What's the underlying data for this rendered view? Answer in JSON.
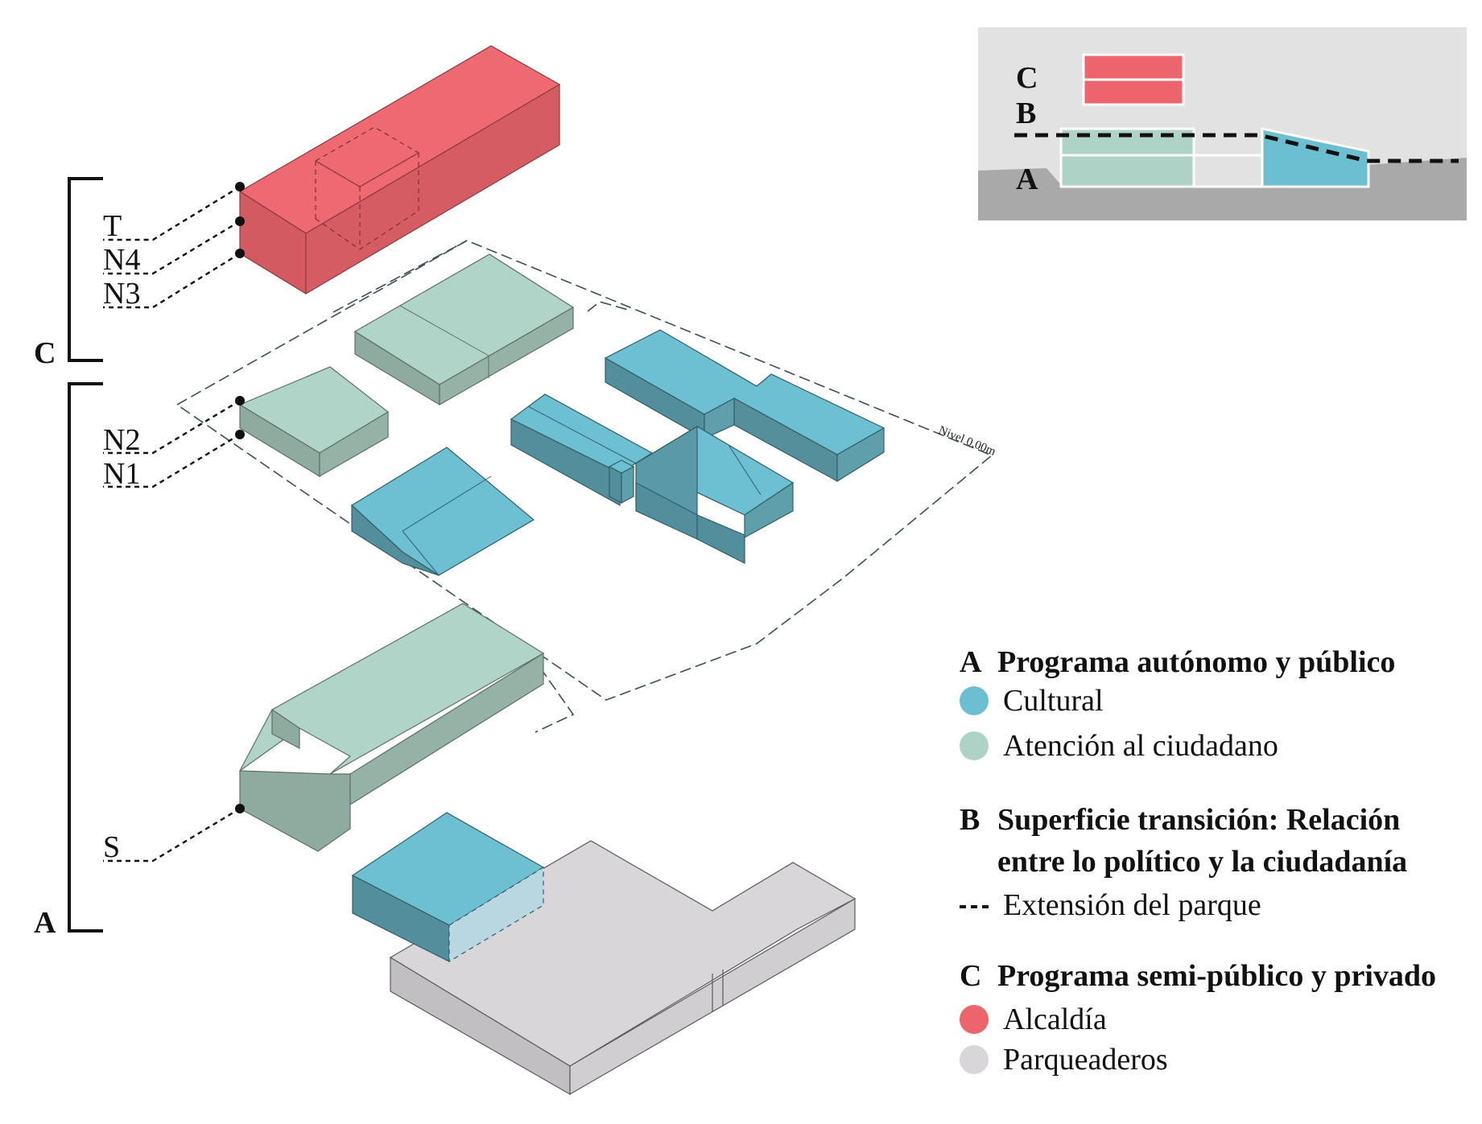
{
  "colors": {
    "cultural": "#6bbfd1",
    "atencion": "#aed3c6",
    "alcaldia": "#ec646c",
    "parqueaderos": "#d8d6d8",
    "ground": "#a9a9a9",
    "sky": "#e2e2e2"
  },
  "levels": {
    "t": "T",
    "n4": "N4",
    "n3": "N3",
    "n2": "N2",
    "n1": "N1",
    "s": "S"
  },
  "brackets": {
    "c": "C",
    "a": "A"
  },
  "section_labels": {
    "c": "C",
    "b": "B",
    "a": "A"
  },
  "nivel_label": "Nivel 0.00m",
  "legend": {
    "a": {
      "letter": "A",
      "title": "Programa autónomo y público",
      "items": [
        "Cultural",
        "Atención al ciudadano"
      ]
    },
    "b": {
      "letter": "B",
      "title_line1": "Superficie transición: Relación",
      "title_line2": "entre lo político y la ciudadanía",
      "item": "Extensión del parque"
    },
    "c": {
      "letter": "C",
      "title": "Programa semi-público y privado",
      "items": [
        "Alcaldía",
        "Parqueaderos"
      ]
    }
  }
}
